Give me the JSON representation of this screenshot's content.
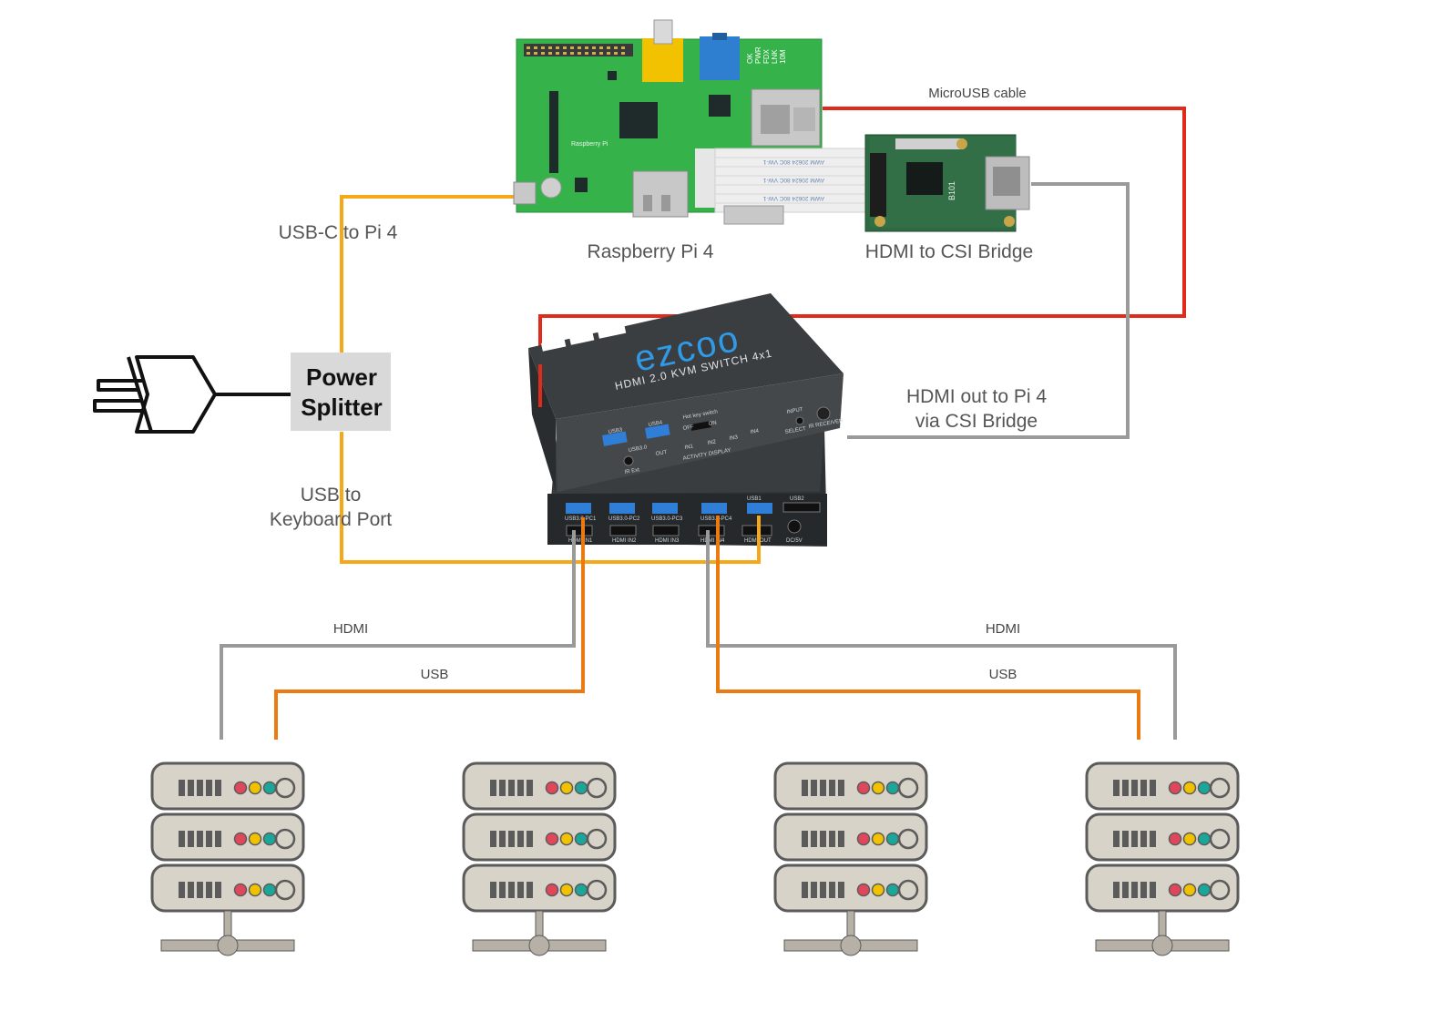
{
  "colors": {
    "microusb_cable": "#e02a1a",
    "usbc_power": "#f5a818",
    "hdmi_cable": "#9a9a9a",
    "usb_cable": "#ec7a12",
    "power_splitter_bg": "#d9d9d9",
    "pi_board": "#35b34a",
    "kvm_body": "#3a3d40",
    "server_body": "#d8d3c8"
  },
  "labels": {
    "microusb_cable": "MicroUSB cable",
    "usbc_to_pi": "USB-C to Pi 4",
    "raspberry_pi": "Raspberry Pi 4",
    "hdmi_csi_bridge": "HDMI to CSI Bridge",
    "hdmi_out_line1": "HDMI out to Pi 4",
    "hdmi_out_line2": "via CSI Bridge",
    "usb_to_line1": "USB to",
    "usb_to_line2": "Keyboard Port",
    "power_splitter_line1": "Power",
    "power_splitter_line2": "Splitter",
    "hdmi_left": "HDMI",
    "usb_left": "USB",
    "hdmi_right": "HDMI",
    "usb_right": "USB"
  },
  "kvm": {
    "brand": "ezcoo",
    "model": "HDMI 2.0 KVM SWITCH 4x1",
    "front_ports": [
      "USB3",
      "USB4",
      "USB3.0",
      "OUT",
      "IN1",
      "IN2",
      "IN3",
      "IN4",
      "IR Ext",
      "ACTIVITY DISPLAY",
      "Hot key switch",
      "OFF",
      "ON",
      "INPUT",
      "SELECT",
      "IR RECEIVER"
    ],
    "rear_ports": [
      "USB3.0-PC1",
      "USB3.0-PC2",
      "USB3.0-PC3",
      "USB3.0-PC4",
      "HDMI IN1",
      "HDMI IN2",
      "HDMI IN3",
      "HDMI IN4",
      "USB1",
      "USB2",
      "HDMI OUT",
      "DC/5V"
    ]
  },
  "pi_board": {
    "silkscreen": "Raspberry Pi",
    "leds": [
      "OK",
      "PWR",
      "FDX",
      "LNK",
      "10M"
    ]
  },
  "ribbon_cable": {
    "text": "AWM 20624 80C VW-1"
  },
  "csi_bridge": {
    "silkscreen": "B101"
  },
  "servers": [
    {
      "units": 3
    },
    {
      "units": 3
    },
    {
      "units": 3
    },
    {
      "units": 3
    }
  ]
}
